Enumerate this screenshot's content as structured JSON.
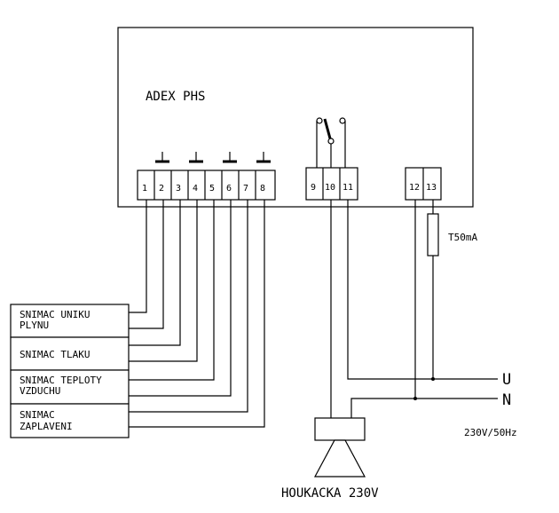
{
  "device": {
    "name": "ADEX PHS"
  },
  "terminals": [
    "1",
    "2",
    "3",
    "4",
    "5",
    "6",
    "7",
    "8",
    "9",
    "10",
    "11",
    "12",
    "13"
  ],
  "sensors": [
    {
      "line1": "SNIMAC UNIKU",
      "line2": "PLYNU"
    },
    {
      "line1": "SNIMAC TLAKU",
      "line2": ""
    },
    {
      "line1": "SNIMAC TEPLOTY",
      "line2": "VZDUCHU"
    },
    {
      "line1": "SNIMAC",
      "line2": "ZAPLAVENI"
    }
  ],
  "fuse": {
    "label": "T50mA"
  },
  "supply": {
    "phase": "U",
    "neutral": "N",
    "rating": "230V/50Hz"
  },
  "siren": {
    "label": "HOUKACKA 230V"
  }
}
